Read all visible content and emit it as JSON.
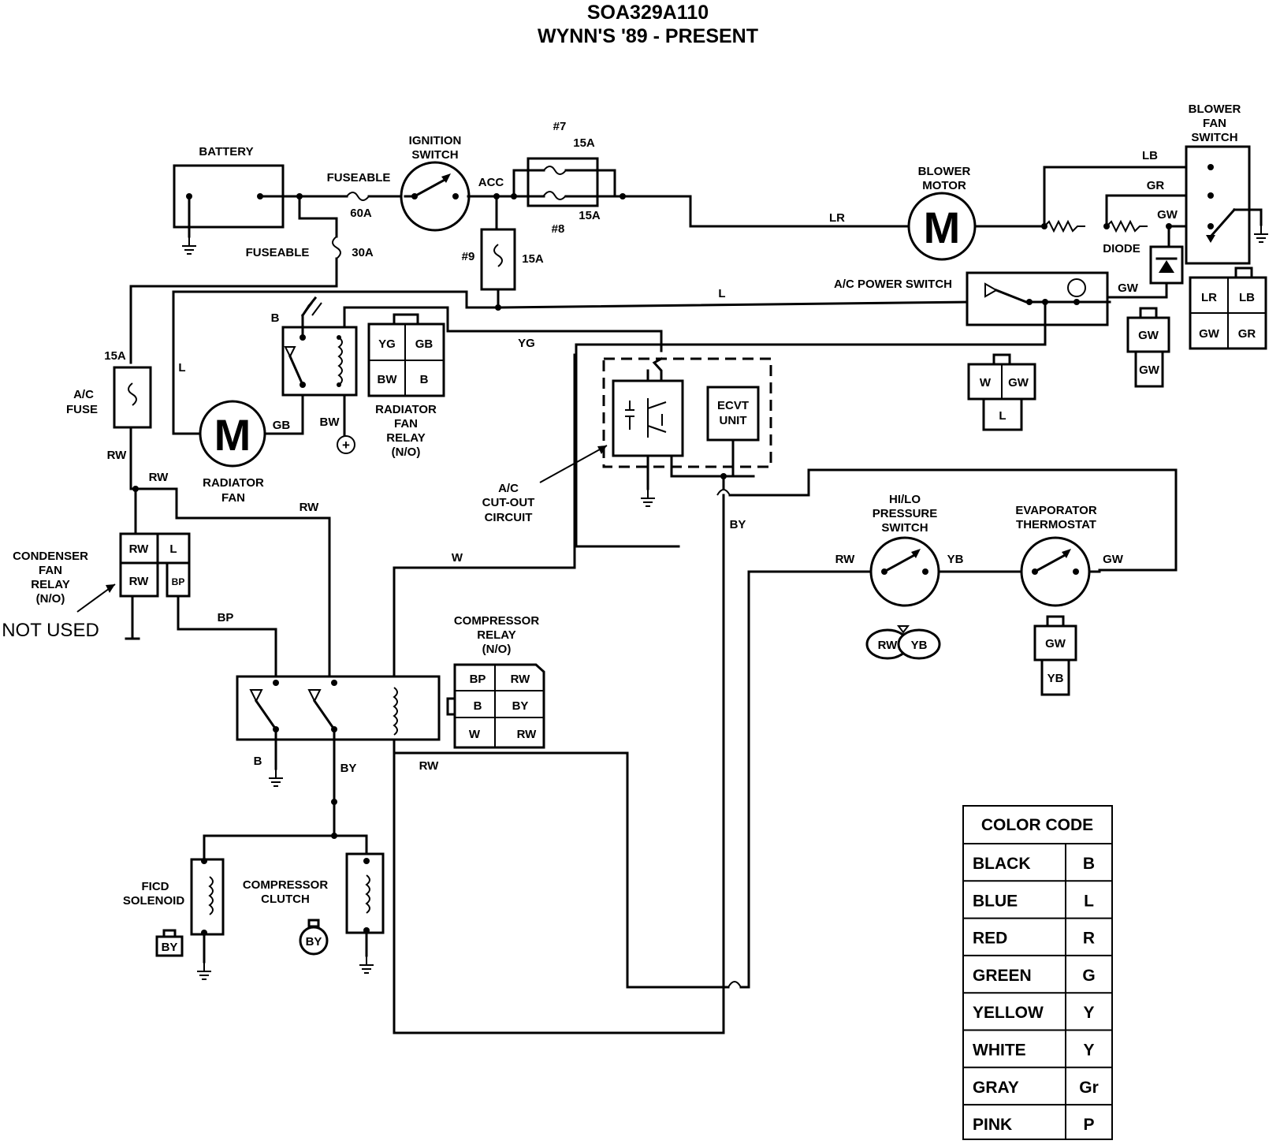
{
  "title": {
    "line1": "SOA329A110",
    "line2": "WYNN'S  '89 - PRESENT"
  },
  "labels": {
    "battery": "BATTERY",
    "fuseable_top": "FUSEABLE",
    "fuse_60a": "60A",
    "fuseable_bottom": "FUSEABLE",
    "fuse_30a": "30A",
    "ignition_switch": [
      "IGNITION",
      "SWITCH"
    ],
    "acc": "ACC",
    "fuse7": "#7",
    "fuse7_amp": "15A",
    "fuse8": "#8",
    "fuse8_amp": "15A",
    "fuse9": "#9",
    "fuse9_amp": "15A",
    "blower_motor": [
      "BLOWER",
      "MOTOR"
    ],
    "motor_glyph": "M",
    "blower_fan_switch": [
      "BLOWER",
      "FAN",
      "SWITCH"
    ],
    "diode": "DIODE",
    "ac_power_switch": "A/C POWER SWITCH",
    "ac_fuse_amp": "15A",
    "ac_fuse": [
      "A/C",
      "FUSE"
    ],
    "radiator_fan": [
      "RADIATOR",
      "FAN"
    ],
    "radiator_fan_relay": [
      "RADIATOR",
      "FAN",
      "RELAY",
      "(N/O)"
    ],
    "ac_cutout": [
      "A/C",
      "CUT-OUT",
      "CIRCUIT"
    ],
    "ecvt_unit": [
      "ECVT",
      "UNIT"
    ],
    "hilo_switch": [
      "HI/LO",
      "PRESSURE",
      "SWITCH"
    ],
    "evap_thermostat": [
      "EVAPORATOR",
      "THERMOSTAT"
    ],
    "condenser_relay": [
      "CONDENSER",
      "FAN",
      "RELAY",
      "(N/O)"
    ],
    "not_used": "NOT USED",
    "compressor_relay": [
      "COMPRESSOR",
      "RELAY",
      "(N/O)"
    ],
    "ficd_solenoid": [
      "FICD",
      "SOLENOID"
    ],
    "compressor_clutch": [
      "COMPRESSOR",
      "CLUTCH"
    ],
    "ground_b": "B"
  },
  "wire_labels": {
    "lr": "LR",
    "lb": "LB",
    "gr": "GR",
    "gw": "GW",
    "l": "L",
    "yg": "YG",
    "gb": "GB",
    "bw": "BW",
    "b": "B",
    "rw": "RW",
    "bp": "BP",
    "by": "BY",
    "w": "W",
    "yb": "YB"
  },
  "connectors": {
    "blower_switch": [
      "LR",
      "LB",
      "GW",
      "GR"
    ],
    "diode_conn": [
      "GW",
      "GW"
    ],
    "power_switch_conn": [
      "W",
      "GW",
      "L"
    ],
    "rad_relay_conn": [
      "YG",
      "GB",
      "BW",
      "B"
    ],
    "cond_relay_conn": [
      "RW",
      "L",
      "RW",
      "BP"
    ],
    "comp_relay_conn": [
      "BP",
      "RW",
      "B",
      "BY",
      "W",
      "RW"
    ],
    "hilo_conn": [
      "RW",
      "YB"
    ],
    "thermo_conn": [
      "GW",
      "YB"
    ],
    "ficd_conn": "BY",
    "clutch_conn": "BY"
  },
  "color_code": {
    "header": "COLOR CODE",
    "rows": [
      {
        "color": "BLACK",
        "code": "B"
      },
      {
        "color": "BLUE",
        "code": "L"
      },
      {
        "color": "RED",
        "code": "R"
      },
      {
        "color": "GREEN",
        "code": "G"
      },
      {
        "color": "YELLOW",
        "code": "Y"
      },
      {
        "color": "WHITE",
        "code": "Y"
      },
      {
        "color": "GRAY",
        "code": "Gr"
      },
      {
        "color": "PINK",
        "code": "P"
      }
    ]
  }
}
